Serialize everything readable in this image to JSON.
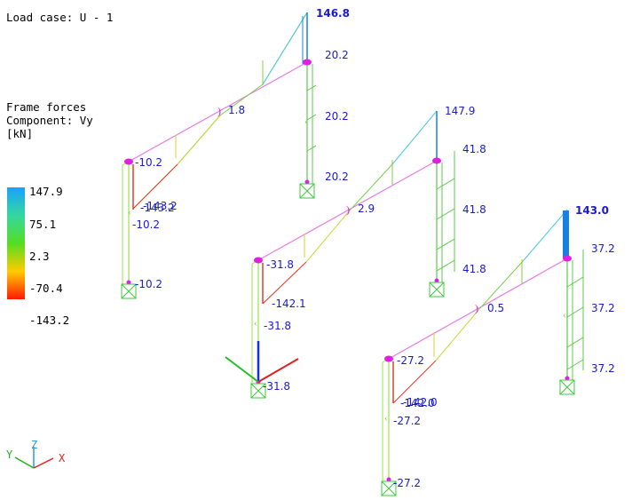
{
  "header": {
    "load_case": "Load case: U - 1"
  },
  "legend": {
    "title": "Frame forces",
    "component": "Component: Vy",
    "unit": "[kN]",
    "ticks": [
      "147.9",
      "75.1",
      "2.3",
      "-70.4",
      "-143.2"
    ],
    "colors": [
      "#19a0ff",
      "#33d8a0",
      "#55dd22",
      "#ffcc00",
      "#ff1a00"
    ]
  },
  "triad": {
    "x": "X",
    "y": "Y",
    "z": "Z"
  },
  "frames": [
    {
      "id": "frame-1",
      "ridge_top": "146.8",
      "right_col": [
        "20.2",
        "20.2",
        "20.2"
      ],
      "ridge_mid": "1.8",
      "left_col": [
        "-10.2",
        "-10.2",
        "-10.2"
      ],
      "left_rafter": "-143.2",
      "left_rafter_overlap": "-143.2"
    },
    {
      "id": "frame-2",
      "ridge_top": "147.9",
      "right_col": [
        "41.8",
        "41.8",
        "41.8"
      ],
      "ridge_mid": "2.9",
      "left_col": [
        "-31.8",
        "-31.8",
        "-31.8"
      ],
      "left_rafter": "-142.1"
    },
    {
      "id": "frame-3",
      "ridge_top": "143.0",
      "right_col": [
        "37.2",
        "37.2",
        "37.2"
      ],
      "ridge_mid": "0.5",
      "left_col": [
        "-27.2",
        "-27.2",
        "-27.2"
      ],
      "left_rafter": "-142.0",
      "left_rafter_overlap": "-142.0"
    }
  ]
}
